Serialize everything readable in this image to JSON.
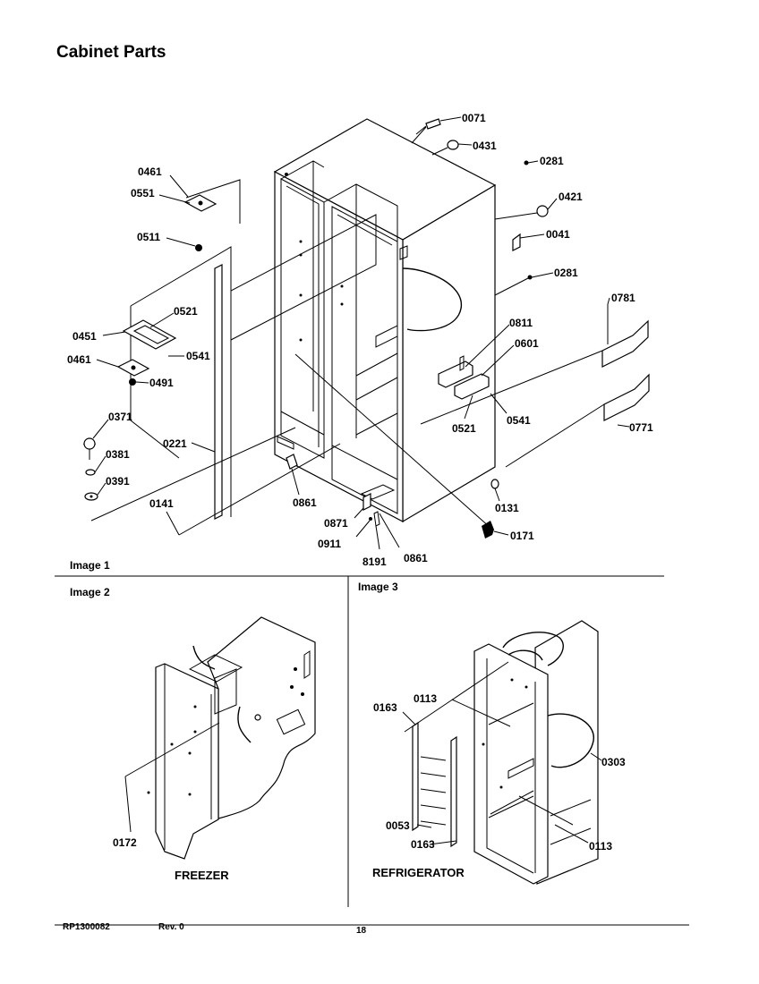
{
  "page": {
    "title": "Cabinet Parts",
    "image1_caption": "Image 1",
    "image2_caption": "Image 2",
    "image3_caption": "Image 3",
    "freezer_label": "FREEZER",
    "refrigerator_label": "REFRIGERATOR"
  },
  "footer": {
    "doc_number": "RP1300082",
    "revision": "Rev. 0",
    "page_number": "18"
  },
  "parts_image1": {
    "p0071": "0071",
    "p0431": "0431",
    "p0281a": "0281",
    "p0421": "0421",
    "p0041": "0041",
    "p0281b": "0281",
    "p0781": "0781",
    "p0811": "0811",
    "p0601": "0601",
    "p0521b": "0521",
    "p0541b": "0541",
    "p0771": "0771",
    "p0461a": "0461",
    "p0551": "0551",
    "p0511": "0511",
    "p0521a": "0521",
    "p0451": "0451",
    "p0541a": "0541",
    "p0461b": "0461",
    "p0491": "0491",
    "p0371": "0371",
    "p0381": "0381",
    "p0391": "0391",
    "p0221": "0221",
    "p0141": "0141",
    "p0861a": "0861",
    "p0871": "0871",
    "p0911": "0911",
    "p8191": "8191",
    "p0861b": "0861",
    "p0131": "0131",
    "p0171": "0171"
  },
  "parts_image2": {
    "p0172": "0172"
  },
  "parts_image3": {
    "p0113a": "0113",
    "p0163a": "0163",
    "p0303": "0303",
    "p0053": "0053",
    "p0163b": "0163",
    "p0113b": "0113"
  }
}
